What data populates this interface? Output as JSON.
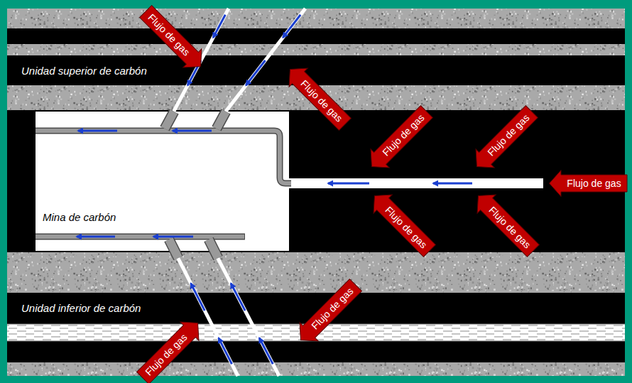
{
  "diagram": {
    "nodes": [
      {
        "text": [
          "Flujo de gas"
        ]
      },
      {
        "text": [
          "Unidad superior de carbón"
        ]
      },
      {
        "text": [
          "Flujo de gas"
        ]
      },
      {
        "text": [
          "Mina de carbón"
        ]
      },
      {
        "text": [
          "Flujo de gas"
        ]
      },
      {
        "text": [
          "Flujo de gas"
        ]
      },
      {
        "text": [
          "Flujo de gas"
        ]
      },
      {
        "text": [
          "Flujo de gas"
        ]
      },
      {
        "text": [
          "Flujo de gas"
        ]
      },
      {
        "text": [
          "Unidad inferior de carbón"
        ]
      },
      {
        "text": [
          "Flujo de gas"
        ]
      },
      {
        "text": [
          "Flujo de gas"
        ]
      }
    ]
  }
}
